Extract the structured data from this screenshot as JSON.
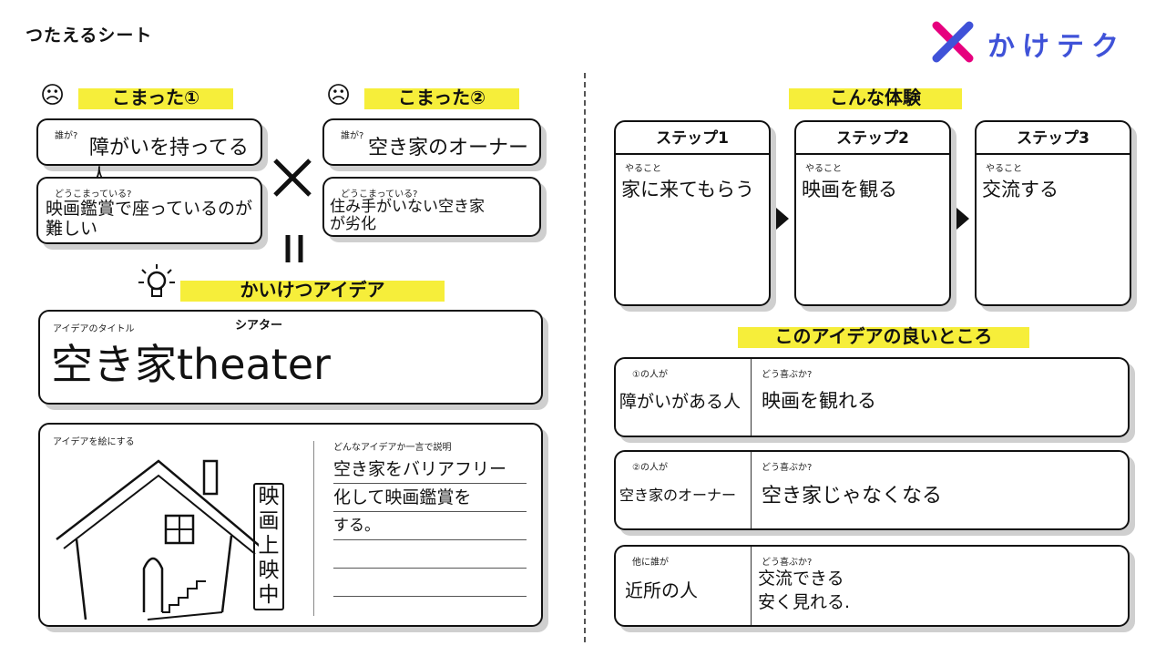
{
  "sheet_title": "つたえるシート",
  "logo": {
    "text": "かけテク",
    "x_color": "#e6007e",
    "x_color2": "#3f52d8",
    "text_color": "#3f52d8"
  },
  "highlight_color": "#f6ee3a",
  "problem1": {
    "heading": "こまった①",
    "who_label": "誰が?",
    "who": "障がいを持ってる人",
    "issue_label": "どうこまっている?",
    "issue": "映画鑑賞で座っているのが難しい"
  },
  "problem2": {
    "heading": "こまった②",
    "who_label": "誰が?",
    "who": "空き家のオーナー",
    "issue_label": "どうこまっている?",
    "issue": "住み手がいない空き家が劣化"
  },
  "idea": {
    "heading": "かいけつアイデア",
    "title_label": "アイデアのタイトル",
    "title_ruby": "シアター",
    "title": "空き家theater",
    "drawing_label": "アイデアを絵にする",
    "sign_text": "映画上映中",
    "explain_label": "どんなアイデアか一言で説明",
    "explain_lines": [
      "空き家をバリアフリー",
      "化して映画鑑賞を",
      "する。",
      "",
      ""
    ]
  },
  "experience": {
    "heading": "こんな体験",
    "steps": [
      {
        "label": "ステップ1",
        "sub": "やること",
        "text": "家に来てもらう"
      },
      {
        "label": "ステップ2",
        "sub": "やること",
        "text": "映画を観る"
      },
      {
        "label": "ステップ3",
        "sub": "やること",
        "text": "交流する"
      }
    ]
  },
  "benefits": {
    "heading": "このアイデアの良いところ",
    "rows": [
      {
        "who_label": "①の人が",
        "who": "障がいがある人",
        "how_label": "どう喜ぶか?",
        "how": "映画を観れる"
      },
      {
        "who_label": "②の人が",
        "who": "空き家のオーナー",
        "how_label": "どう喜ぶか?",
        "how": "空き家じゃなくなる"
      },
      {
        "who_label": "他に誰が",
        "who": "近所の人",
        "how_label": "どう喜ぶか?",
        "how": "交流できる\n安く見れる."
      }
    ]
  }
}
